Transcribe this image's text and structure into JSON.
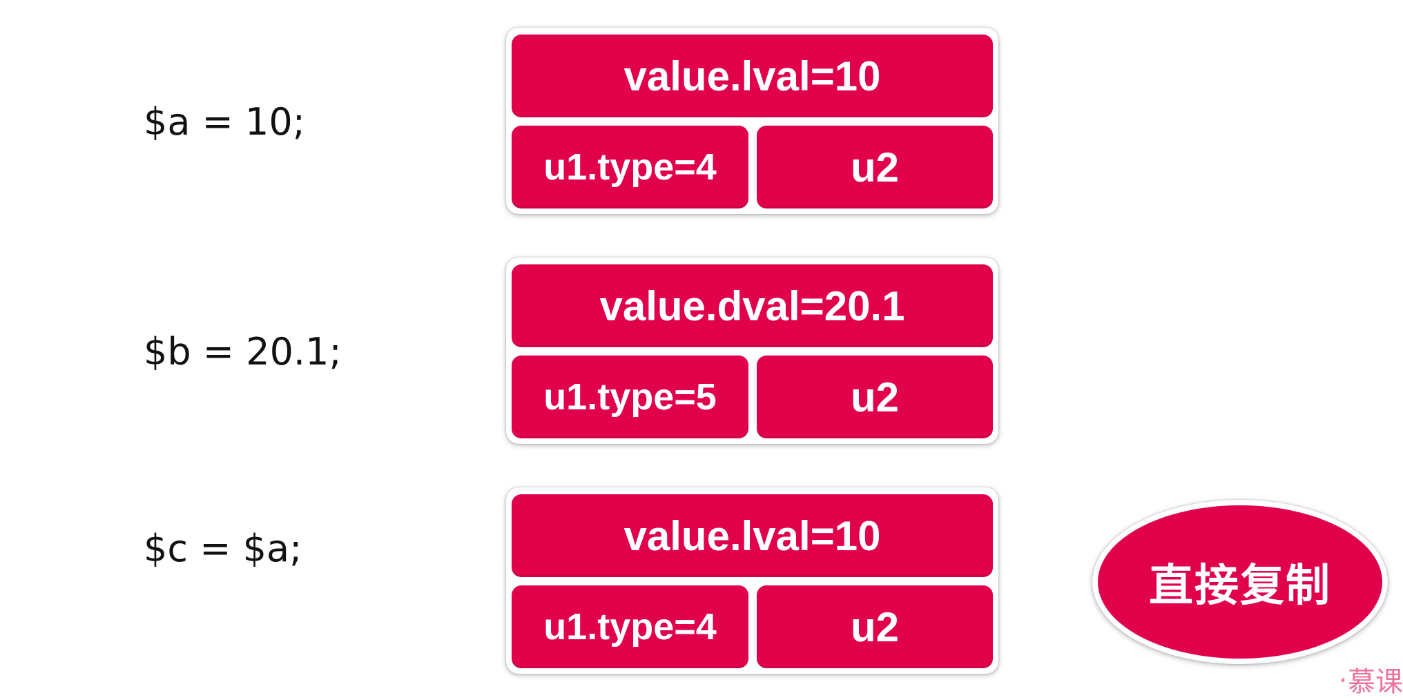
{
  "rows": [
    {
      "code": "$a = 10;",
      "value": "value.lval=10",
      "u1": "u1.type=4",
      "u2": "u2"
    },
    {
      "code": "$b = 20.1;",
      "value": "value.dval=20.1",
      "u1": "u1.type=5",
      "u2": "u2"
    },
    {
      "code": "$c = $a;",
      "value": "value.lval=10",
      "u1": "u1.type=4",
      "u2": "u2"
    }
  ],
  "callout": {
    "label": "直接复制"
  },
  "watermark": {
    "text": "慕课"
  },
  "colors": {
    "accent": "#e1004a",
    "background": "#ffffff",
    "code_text": "#111111"
  }
}
